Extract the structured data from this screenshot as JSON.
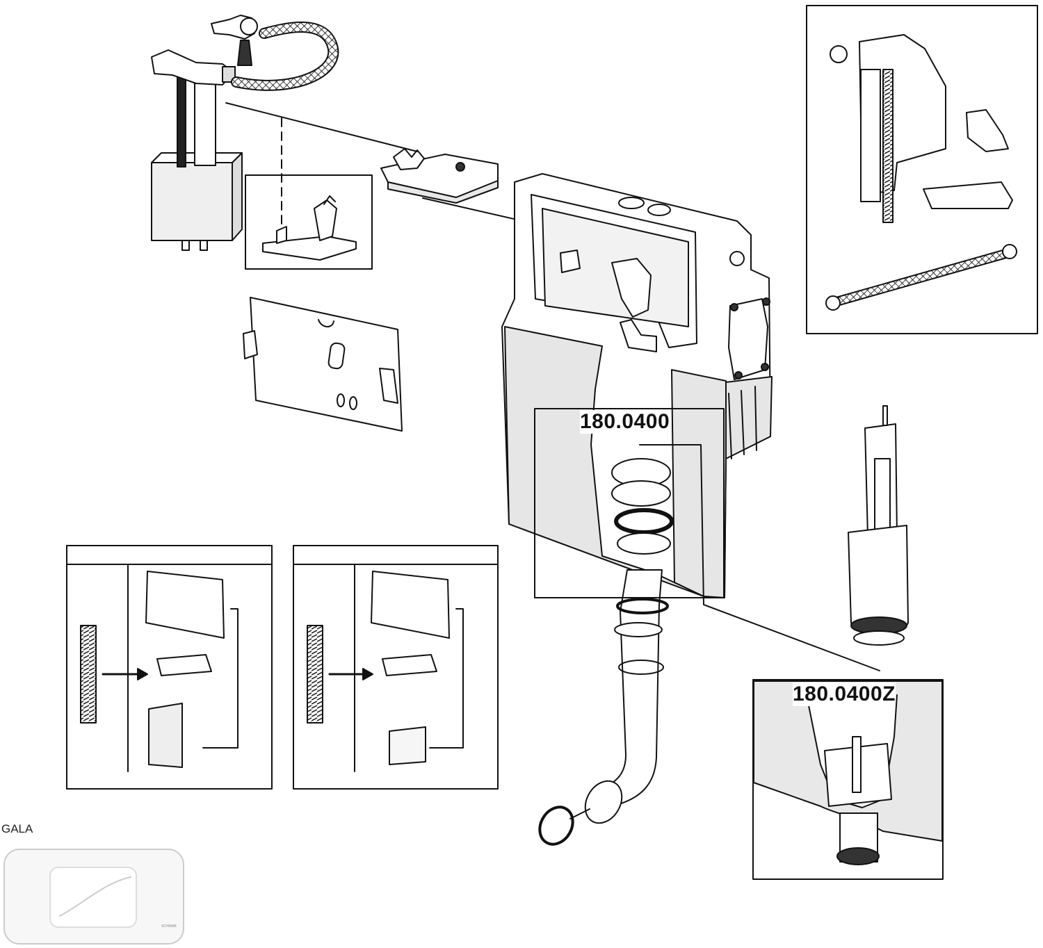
{
  "callouts": {
    "main_valve": "180.0400",
    "zoom_valve": "180.0400Z"
  },
  "flush_plate": {
    "label": "GALA",
    "brand": "SCHWAB"
  },
  "colors": {
    "stroke": "#111111",
    "panel_fill": "#e6e6e6",
    "light_fill": "#f2f2f2",
    "plate_fill": "#f7f7f7"
  }
}
